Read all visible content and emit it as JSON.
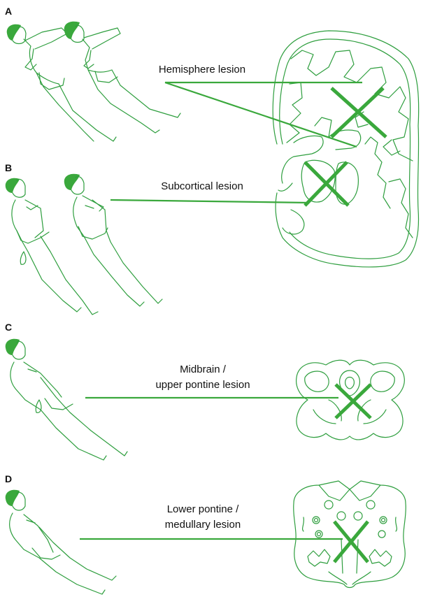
{
  "colors": {
    "line": "#2e9e3e",
    "accent": "#3aa83c",
    "text": "#111111"
  },
  "panels": {
    "a": {
      "letter": "A",
      "label": "Hemisphere lesion"
    },
    "b": {
      "letter": "B",
      "label": "Subcortical lesion"
    },
    "c": {
      "letter": "C",
      "label_line1": "Midbrain /",
      "label_line2": "upper pontine lesion"
    },
    "d": {
      "letter": "D",
      "label_line1": "Lower pontine /",
      "label_line2": "medullary lesion"
    }
  }
}
